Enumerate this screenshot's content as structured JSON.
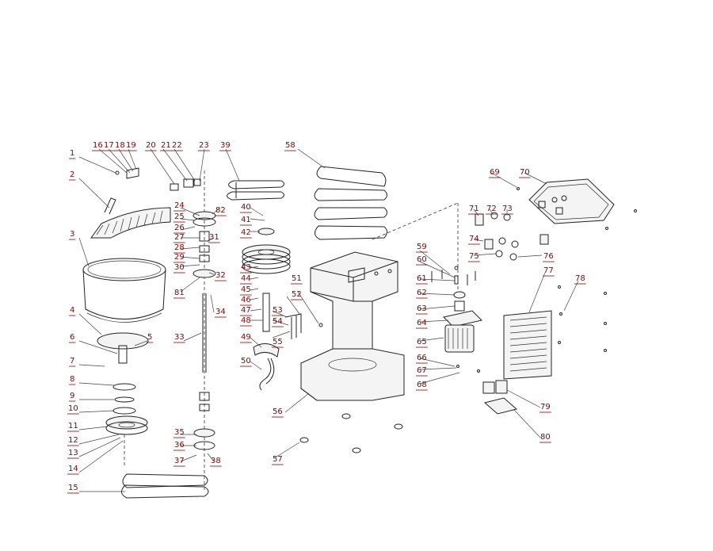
{
  "callouts": [
    {
      "label": "1"
    },
    {
      "label": "2"
    },
    {
      "label": "3"
    },
    {
      "label": "4"
    },
    {
      "label": "5"
    },
    {
      "label": "6"
    },
    {
      "label": "7"
    },
    {
      "label": "8"
    },
    {
      "label": "9"
    },
    {
      "label": "10"
    },
    {
      "label": "11"
    },
    {
      "label": "12"
    },
    {
      "label": "13"
    },
    {
      "label": "14"
    },
    {
      "label": "15"
    },
    {
      "label": "16"
    },
    {
      "label": "17"
    },
    {
      "label": "18"
    },
    {
      "label": "19"
    },
    {
      "label": "20"
    },
    {
      "label": "21"
    },
    {
      "label": "22"
    },
    {
      "label": "23"
    },
    {
      "label": "24"
    },
    {
      "label": "25"
    },
    {
      "label": "26"
    },
    {
      "label": "27"
    },
    {
      "label": "28"
    },
    {
      "label": "29"
    },
    {
      "label": "30"
    },
    {
      "label": "31"
    },
    {
      "label": "32"
    },
    {
      "label": "33"
    },
    {
      "label": "34"
    },
    {
      "label": "35"
    },
    {
      "label": "36"
    },
    {
      "label": "37"
    },
    {
      "label": "38"
    },
    {
      "label": "39"
    },
    {
      "label": "40"
    },
    {
      "label": "41"
    },
    {
      "label": "42"
    },
    {
      "label": "43"
    },
    {
      "label": "44"
    },
    {
      "label": "45"
    },
    {
      "label": "46"
    },
    {
      "label": "47"
    },
    {
      "label": "48"
    },
    {
      "label": "49"
    },
    {
      "label": "50"
    },
    {
      "label": "51"
    },
    {
      "label": "52"
    },
    {
      "label": "53"
    },
    {
      "label": "54"
    },
    {
      "label": "55"
    },
    {
      "label": "56"
    },
    {
      "label": "57"
    },
    {
      "label": "58"
    },
    {
      "label": "59"
    },
    {
      "label": "60"
    },
    {
      "label": "61"
    },
    {
      "label": "62"
    },
    {
      "label": "63"
    },
    {
      "label": "64"
    },
    {
      "label": "65"
    },
    {
      "label": "66"
    },
    {
      "label": "67"
    },
    {
      "label": "68"
    },
    {
      "label": "69"
    },
    {
      "label": "70"
    },
    {
      "label": "71"
    },
    {
      "label": "72"
    },
    {
      "label": "73"
    },
    {
      "label": "74"
    },
    {
      "label": "75"
    },
    {
      "label": "76"
    },
    {
      "label": "77"
    },
    {
      "label": "78"
    },
    {
      "label": "79"
    },
    {
      "label": "80"
    },
    {
      "label": "81"
    },
    {
      "label": "82"
    }
  ],
  "colors": {
    "callout": "#8b0000",
    "line": "#222222"
  }
}
